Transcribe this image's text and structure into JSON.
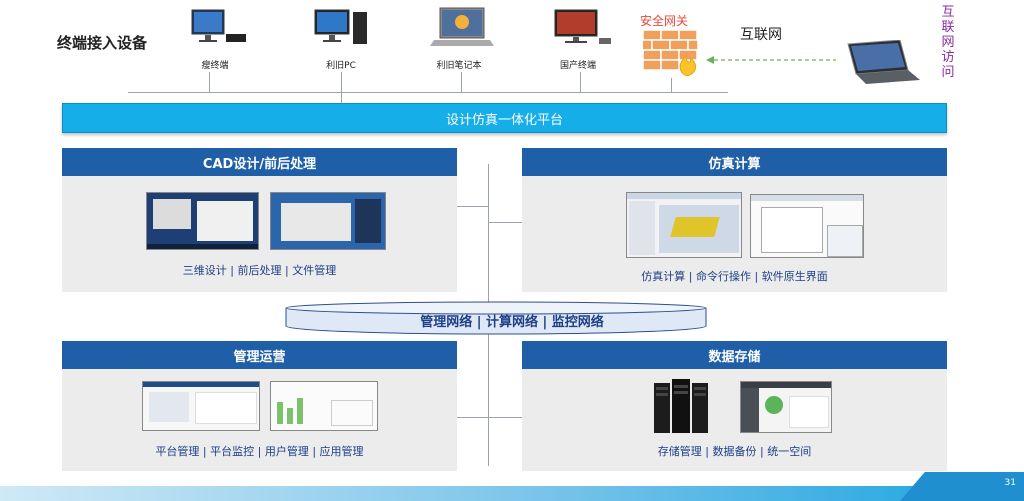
{
  "header": {
    "access_title": "终端接入设备",
    "devices": [
      {
        "label": "瘦终端",
        "icon": "thin-client-icon"
      },
      {
        "label": "利旧PC",
        "icon": "desktop-pc-icon"
      },
      {
        "label": "利旧笔记本",
        "icon": "laptop-icon"
      },
      {
        "label": "国产终端",
        "icon": "domestic-terminal-icon"
      }
    ],
    "firewall_label": "安全网关",
    "internet_label": "互联网",
    "remote_access_label": "互联网访问"
  },
  "platform": {
    "title": "设计仿真一体化平台"
  },
  "panels": {
    "cad": {
      "title": "CAD设计/前后处理",
      "caption": "三维设计 | 前后处理 | 文件管理"
    },
    "sim": {
      "title": "仿真计算",
      "caption": "仿真计算 | 命令行操作 | 软件原生界面"
    },
    "ops": {
      "title": "管理运营",
      "caption": "平台管理 | 平台监控 | 用户管理 | 应用管理"
    },
    "storage": {
      "title": "数据存储",
      "caption": "存储管理  | 数据备份 | 统一空间"
    }
  },
  "network": {
    "label": "管理网络 | 计算网络 | 监控网络"
  },
  "footer": {
    "page_number": "31"
  },
  "colors": {
    "panel_header": "#1f5fa7",
    "platform": "#16aee8",
    "firewall": "#f0a05a",
    "remote_text": "#8a2ba0"
  }
}
